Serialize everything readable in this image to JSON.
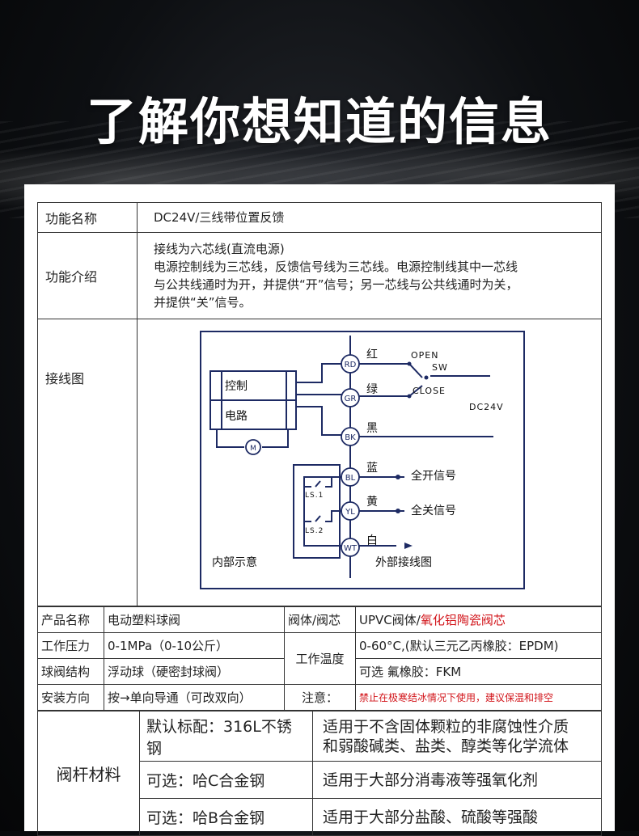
{
  "headline": "了解你想知道的信息",
  "spec": {
    "function_name_label": "功能名称",
    "function_name_value": "DC24V/三线带位置反馈",
    "function_intro_label": "功能介绍",
    "function_intro_lines": [
      "接线为六芯线(直流电源)",
      "电源控制线为三芯线，反馈信号线为三芯线。电源控制线其中一芯线",
      "与公共线通时为开，并提供“开”信号；另一芯线与公共线通时为关，",
      "并提供“关”信号。"
    ],
    "wiring_label": "接线图"
  },
  "diagram": {
    "ctrl_1": "控制",
    "ctrl_2": "电路",
    "motor": "M",
    "rd": "RD",
    "gr": "GR",
    "bk": "BK",
    "bl": "BL",
    "yl": "YL",
    "wt": "WT",
    "red": "红",
    "green": "绿",
    "black": "黑",
    "blue": "蓝",
    "yellow": "黄",
    "white": "白",
    "open": "OPEN",
    "sw": "SW",
    "close": "CLOSE",
    "dc24v": "DC24V",
    "full_open_signal": "全开信号",
    "full_close_signal": "全关信号",
    "ls1": "LS.1",
    "ls2": "LS.2",
    "internal": "内部示意",
    "external": "外部接线图"
  },
  "params": {
    "product_name_label": "产品名称",
    "product_name_value": "电动塑料球阀",
    "body_core_label": "阀体/阀芯",
    "body_core_value_black": "UPVC阀体/",
    "body_core_value_red": "氧化铝陶瓷阀芯",
    "pressure_label": "工作压力",
    "pressure_value": "0-1MPa（0-10公斤）",
    "temp_label": "工作温度",
    "temp_value_1": "0-60°C,(默认三元乙丙橡胶：EPDM)",
    "temp_value_2": "可选 氟橡胶：FKM",
    "structure_label": "球阀结构",
    "structure_value": "浮动球（硬密封球阀）",
    "install_label": "安装方向",
    "install_value": "按→单向导通（可改双向）",
    "note_label": "注意：",
    "note_value": "禁止在极寒结冰情况下使用，建议保温和排空"
  },
  "stem": {
    "label": "阀杆材料",
    "rows": [
      {
        "material": "默认标配：316L不锈钢",
        "desc_1": "适用于不含固体颗粒的非腐蚀性介质",
        "desc_2": "和弱酸碱类、盐类、醇类等化学流体"
      },
      {
        "material": "可选：哈C合金钢",
        "desc_1": "适用于大部分消毒液等强氧化剂"
      },
      {
        "material": "可选：哈B合金钢",
        "desc_1": "适用于大部分盐酸、硫酸等强酸"
      }
    ]
  },
  "colors": {
    "diagram_blue": "#1d2a63",
    "warning_red": "#d2141a"
  }
}
